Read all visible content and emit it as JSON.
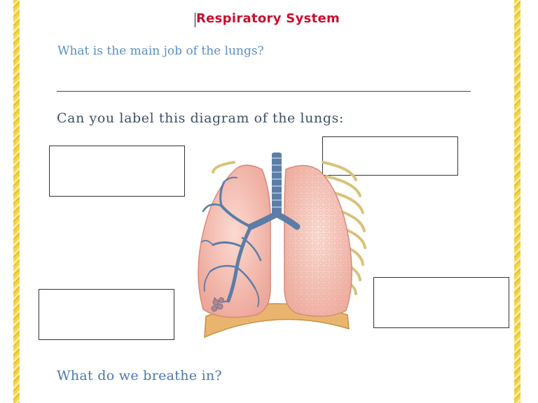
{
  "worksheet": {
    "title": "Respiratory System",
    "question_1": "What is the main job of the lungs?",
    "question_2": "Can you label this diagram of the lungs:",
    "question_3": "What do we breathe in?"
  },
  "colors": {
    "title": "#c8102e",
    "question_light": "#5a8fc4",
    "question_dark": "#3d4f66",
    "border": "#f3d547"
  },
  "diagram": {
    "subject": "lungs",
    "label_boxes": 4
  }
}
